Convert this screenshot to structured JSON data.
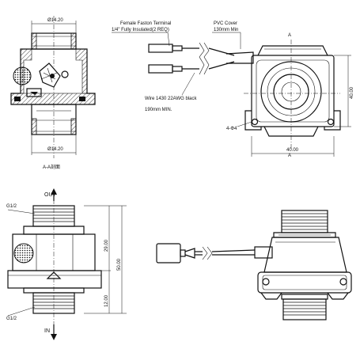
{
  "drawing": {
    "section_view": {
      "top_diameter": "Ø14.20",
      "bottom_diameter": "Ø14.20",
      "section_label": "A-A剖面"
    },
    "wiring_view": {
      "terminal_label_line1": "Female Faston Terminal",
      "terminal_label_line2": "1/4\" Fully Insulated(2 REQ)",
      "pvc_label_line1": "PVC Cover",
      "pvc_label_line2": "130mm Min",
      "wire_label_line1": "Wire 1430 22AWG black",
      "wire_label_line2": "190mm MIN."
    },
    "top_view": {
      "section_marker_top": "A",
      "section_marker_bottom": "A",
      "height_dim": "40.00",
      "width_dim": "40.00",
      "hole_label": "4-Φ4"
    },
    "side_view": {
      "out_label": "OUT",
      "in_label": "IN",
      "thread_top": "G1/2",
      "thread_bottom": "G1/2",
      "dim_upper": "29.00",
      "dim_total": "50.00",
      "dim_lower": "12.00"
    }
  }
}
